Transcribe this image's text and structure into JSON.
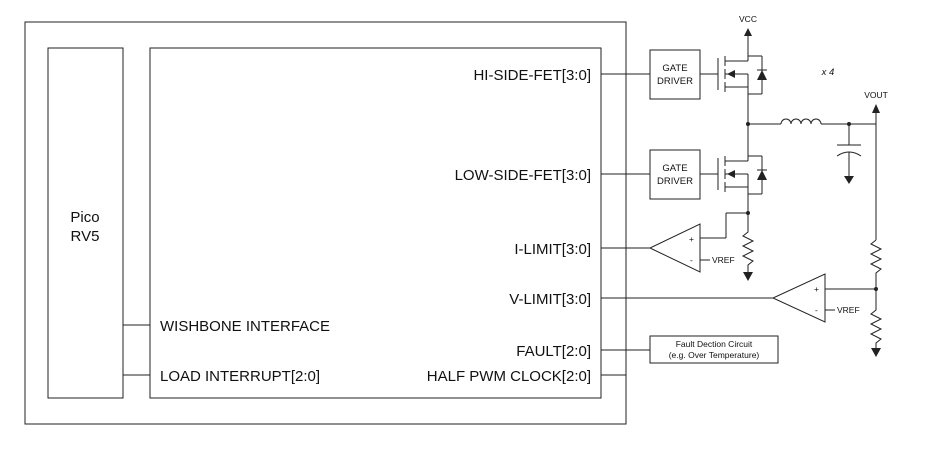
{
  "diagram": {
    "processor": {
      "line1": "Pico",
      "line2": "RV5"
    },
    "ports": {
      "hi_side_fet": "HI-SIDE-FET[3:0]",
      "low_side_fet": "LOW-SIDE-FET[3:0]",
      "i_limit": "I-LIMIT[3:0]",
      "v_limit": "V-LIMIT[3:0]",
      "wishbone": "WISHBONE INTERFACE",
      "fault": "FAULT[2:0]",
      "load_interrupt": "LOAD INTERRUPT[2:0]",
      "half_pwm_clock": "HALF PWM CLOCK[2:0]"
    },
    "gate_driver": {
      "line1": "GATE",
      "line2": "DRIVER"
    },
    "supply": {
      "vcc": "VCC",
      "vout": "VOUT",
      "multiplier": "x 4"
    },
    "comparator": {
      "plus": "+",
      "minus": "-",
      "vref": "VREF"
    },
    "fault_circuit": {
      "line1": "Fault Dection Circuit",
      "line2": "(e.g. Over Temperature)"
    }
  }
}
